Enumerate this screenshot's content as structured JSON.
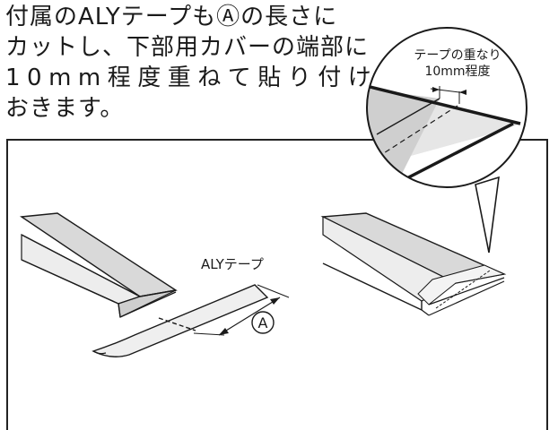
{
  "instruction": {
    "lines": [
      "付属のALYテープもⒶの長さに",
      "カットし、下部用カバーの端部に",
      "10mm程度重ねて貼り付けて",
      "おきます。"
    ]
  },
  "callout": {
    "title": "テープの重なり",
    "detail": "10mm程度"
  },
  "left_figure": {
    "tape_label": "ALYテープ",
    "length_marker": "A"
  }
}
